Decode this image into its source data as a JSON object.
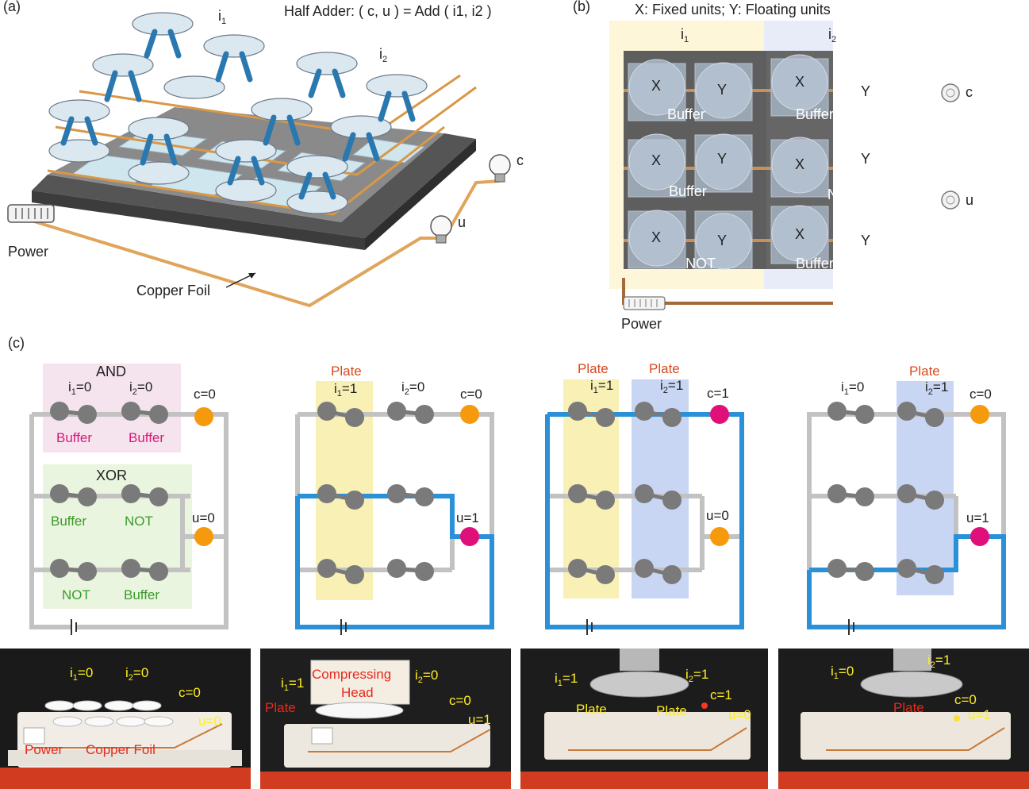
{
  "panel_a": {
    "tag": "(a)",
    "title": "Half Adder:  ( c, u ) = Add ( i1, i2 )",
    "i1": "i",
    "i1_sub": "1",
    "i2": "i",
    "i2_sub": "2",
    "c": "c",
    "u": "u",
    "power": "Power",
    "copper": "Copper Foil"
  },
  "panel_b": {
    "tag": "(b)",
    "title": "X: Fixed units; Y: Floating units",
    "col1": "i",
    "col1_sub": "1",
    "col2": "i",
    "col2_sub": "2",
    "row_labels": [
      [
        "Buffer",
        "Buffer"
      ],
      [
        "Buffer",
        "NOT"
      ],
      [
        "NOT",
        "Buffer"
      ]
    ],
    "x": "X",
    "y": "Y",
    "c": "c",
    "u": "u",
    "power": "Power"
  },
  "panel_c": {
    "tag": "(c)",
    "circuit1": {
      "and_title": "AND",
      "xor_title": "XOR",
      "i1": "i",
      "i1_sub": "1",
      "i1_val": "=0",
      "i2": "i",
      "i2_sub": "2",
      "i2_val": "=0",
      "c": "c=0",
      "u": "u=0",
      "labels": [
        "Buffer",
        "Buffer",
        "Buffer",
        "NOT",
        "NOT",
        "Buffer"
      ]
    },
    "circuit2": {
      "plate": "Plate",
      "i1_val": "=1",
      "i2_val": "=0",
      "c": "c=0",
      "u": "u=1"
    },
    "circuit3": {
      "plate1": "Plate",
      "plate2": "Plate",
      "i1_val": "=1",
      "i2_val": "=1",
      "c": "c=1",
      "u": "u=0"
    },
    "circuit4": {
      "plate": "Plate",
      "i1_val": "=0",
      "i2_val": "=1",
      "c": "c=0",
      "u": "u=1"
    },
    "colors": {
      "active": "#2a90d8",
      "inactive": "#c2c2c2",
      "node": "#7a7a7a",
      "on": "#e0107a",
      "off": "#f59a0c",
      "plate_yellow": "#f8f0b4",
      "plate_blue": "#c8d6f4"
    }
  },
  "photos": [
    {
      "i1": "i",
      "i1s": "1",
      "i1v": "=0",
      "i2": "i",
      "i2s": "2",
      "i2v": "=0",
      "c": "c=0",
      "u": "u=0",
      "power": "Power",
      "copper": "Copper Foil"
    },
    {
      "i1": "i",
      "i1s": "1",
      "i1v": "=1",
      "i2": "i",
      "i2s": "2",
      "i2v": "=0",
      "c": "c=0",
      "u": "u=1",
      "head": "Compressing",
      "head2": "Head",
      "plate": "Plate"
    },
    {
      "i1": "i",
      "i1s": "1",
      "i1v": "=1",
      "i2": "i",
      "i2s": "2",
      "i2v": "=1",
      "c": "c=1",
      "u": "u=0",
      "plate1": "Plate",
      "plate2": "Plate"
    },
    {
      "i1": "i",
      "i1s": "1",
      "i1v": "=0",
      "i2": "i",
      "i2s": "2",
      "i2v": "=1",
      "c": "c=0",
      "u": "u=1",
      "plate": "Plate"
    }
  ]
}
